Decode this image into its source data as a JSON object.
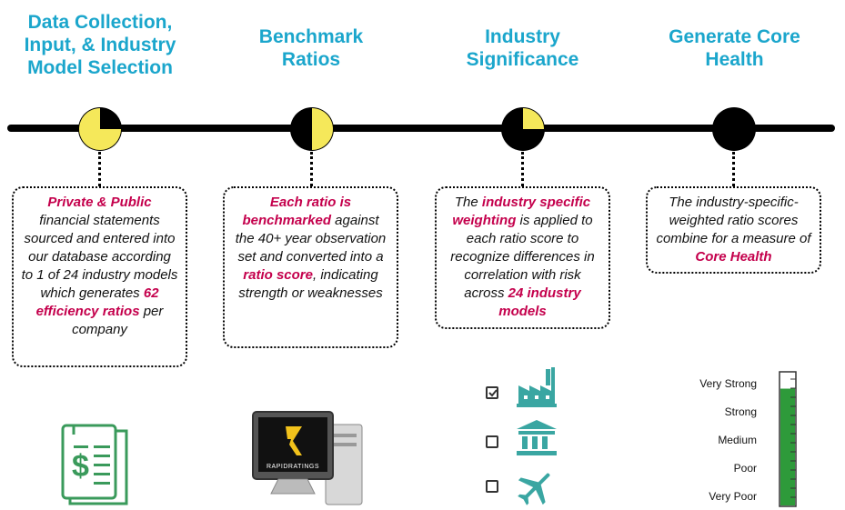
{
  "steps": [
    {
      "title": "Data Collection, Input, & Industry Model Selection",
      "fill": 0.75
    },
    {
      "title": "Benchmark Ratios",
      "fill": 0.5
    },
    {
      "title": "Industry Significance",
      "fill": 0.25
    },
    {
      "title": "Generate Core Health",
      "fill": 0
    }
  ],
  "boxes": {
    "b1": {
      "p1": "Private & Public",
      "p2": " financial statements sourced and entered into our database according to 1 of 24 industry models which generates ",
      "p3": "62 efficiency ratios",
      "p4": " per company"
    },
    "b2": {
      "p1": "Each ratio is benchmarked",
      "p2": " against the 40+ year observation set and converted into a ",
      "p3": "ratio score",
      "p4": ", indicating strength or weaknesses"
    },
    "b3": {
      "p0": "The ",
      "p1": "industry specific weighting",
      "p2": " is applied to each ratio score to recognize differences in correlation with risk across ",
      "p3": "24 industry models"
    },
    "b4": {
      "p1": "The industry-specific-weighted ratio scores combine for a measure of ",
      "p2": "Core Health"
    }
  },
  "monitor_logo": "RAPIDRATINGS",
  "industries": [
    {
      "icon": "factory-icon",
      "checked": true
    },
    {
      "icon": "bank-icon",
      "checked": false
    },
    {
      "icon": "airplane-icon",
      "checked": false
    }
  ],
  "scale": [
    "Very Strong",
    "Strong",
    "Medium",
    "Poor",
    "Very Poor"
  ],
  "scale_level": 0.88,
  "colors": {
    "title": "#1ba6cc",
    "highlight": "#c4004c",
    "node_fill": "#f5e85a",
    "icon_green": "#3a9a5b",
    "icon_teal": "#3aa6a2",
    "gauge": "#2e9a3a"
  }
}
